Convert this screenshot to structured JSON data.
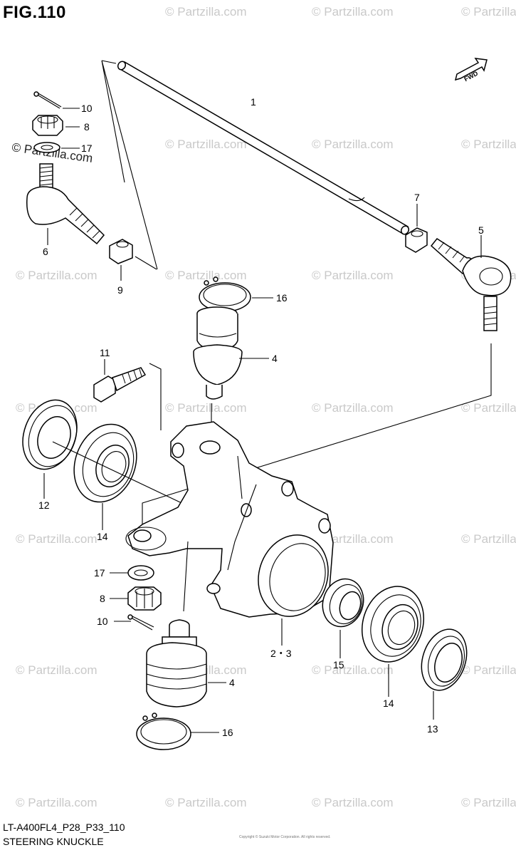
{
  "figure": {
    "title": "FIG.110",
    "reference_code": "LT-A400FL4_P28_P33_110",
    "diagram_name": "STEERING KNUCKLE",
    "copyright_line": "Copyright © Suzuki Motor Corporation. All rights reserved."
  },
  "watermark": {
    "text": "© Partzilla.com"
  },
  "fwd_label": "FWD",
  "callouts": [
    {
      "id": "c1",
      "text": "1"
    },
    {
      "id": "c10a",
      "text": "10"
    },
    {
      "id": "c8a",
      "text": "8"
    },
    {
      "id": "c17a",
      "text": "17"
    },
    {
      "id": "c6",
      "text": "6"
    },
    {
      "id": "c9",
      "text": "9"
    },
    {
      "id": "c7",
      "text": "7"
    },
    {
      "id": "c5",
      "text": "5"
    },
    {
      "id": "c16a",
      "text": "16"
    },
    {
      "id": "c11",
      "text": "11"
    },
    {
      "id": "c4a",
      "text": "4"
    },
    {
      "id": "c12",
      "text": "12"
    },
    {
      "id": "c14a",
      "text": "14"
    },
    {
      "id": "c17b",
      "text": "17"
    },
    {
      "id": "c8b",
      "text": "8"
    },
    {
      "id": "c10b",
      "text": "10"
    },
    {
      "id": "c23",
      "text": "2・3"
    },
    {
      "id": "c15",
      "text": "15"
    },
    {
      "id": "c14b",
      "text": "14"
    },
    {
      "id": "c13",
      "text": "13"
    },
    {
      "id": "c4b",
      "text": "4"
    },
    {
      "id": "c16b",
      "text": "16"
    }
  ]
}
